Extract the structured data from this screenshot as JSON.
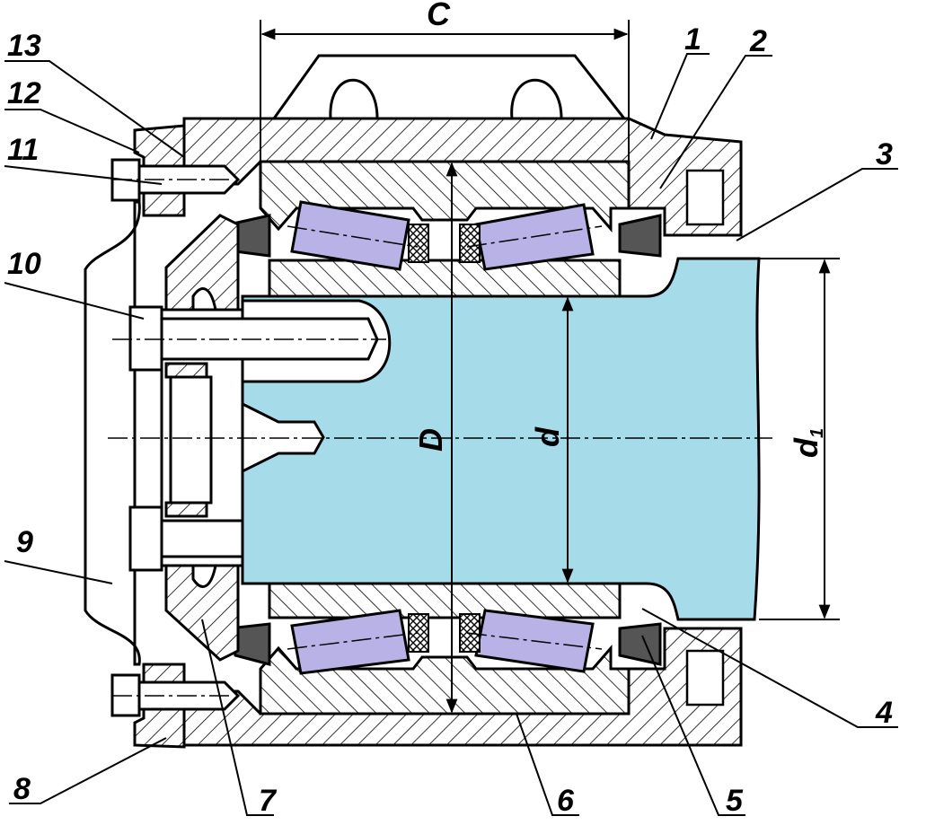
{
  "diagram": {
    "dimensions": {
      "c": "C",
      "D": "D",
      "d": "d",
      "d1": "d",
      "d1_sub": "1"
    },
    "callouts": {
      "p1": "1",
      "p2": "2",
      "p3": "3",
      "p4": "4",
      "p5": "5",
      "p6": "6",
      "p7": "7",
      "p8": "8",
      "p9": "9",
      "p10": "10",
      "p11": "11",
      "p12": "12",
      "p13": "13"
    },
    "colors": {
      "shaft": "#a6dbea",
      "rollers": "#b8b2e6",
      "line": "#000000"
    }
  }
}
